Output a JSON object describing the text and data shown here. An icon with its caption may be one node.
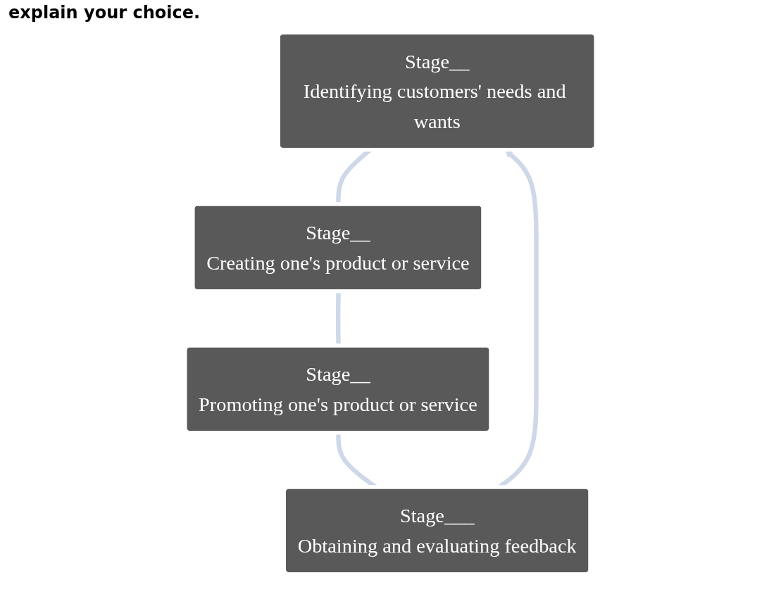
{
  "diagram": {
    "nodes": [
      {
        "text": [
          "Stage__",
          "Identifying customers' needs and wants"
        ]
      },
      {
        "text": [
          "Stage___",
          "Obtaining and evaluating feedback"
        ]
      },
      {
        "text": [
          "Stage__",
          "Creating one's product or service"
        ]
      },
      {
        "text": [
          "Stage__",
          "Promoting one's product or service"
        ]
      }
    ],
    "edges": [
      {
        "from": 0,
        "to": 2,
        "arrow": "none"
      },
      {
        "from": 2,
        "to": 3,
        "arrow": "none"
      },
      {
        "from": 3,
        "to": 1,
        "arrow": "none"
      },
      {
        "from": 1,
        "to": 0,
        "arrow": "to"
      }
    ],
    "labels": [
      "explain your choice."
    ]
  }
}
